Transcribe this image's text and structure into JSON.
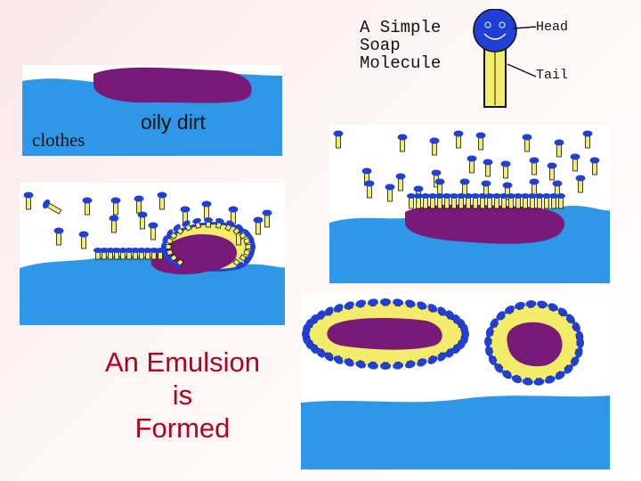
{
  "labels": {
    "clothes": "clothes",
    "oily_dirt": "oily dirt"
  },
  "caption": {
    "line1": "An Emulsion",
    "line2": "is",
    "line3": "Formed"
  },
  "molecule": {
    "title_line1": "A Simple",
    "title_line2": "Soap",
    "title_line3": "Molecule",
    "head_label": "Head",
    "tail_label": "Tail"
  },
  "colors": {
    "water": "#2f97e8",
    "dirt": "#7a1a78",
    "head": "#1f3fd6",
    "tail": "#f3ec6a",
    "caption": "#b3001b"
  }
}
